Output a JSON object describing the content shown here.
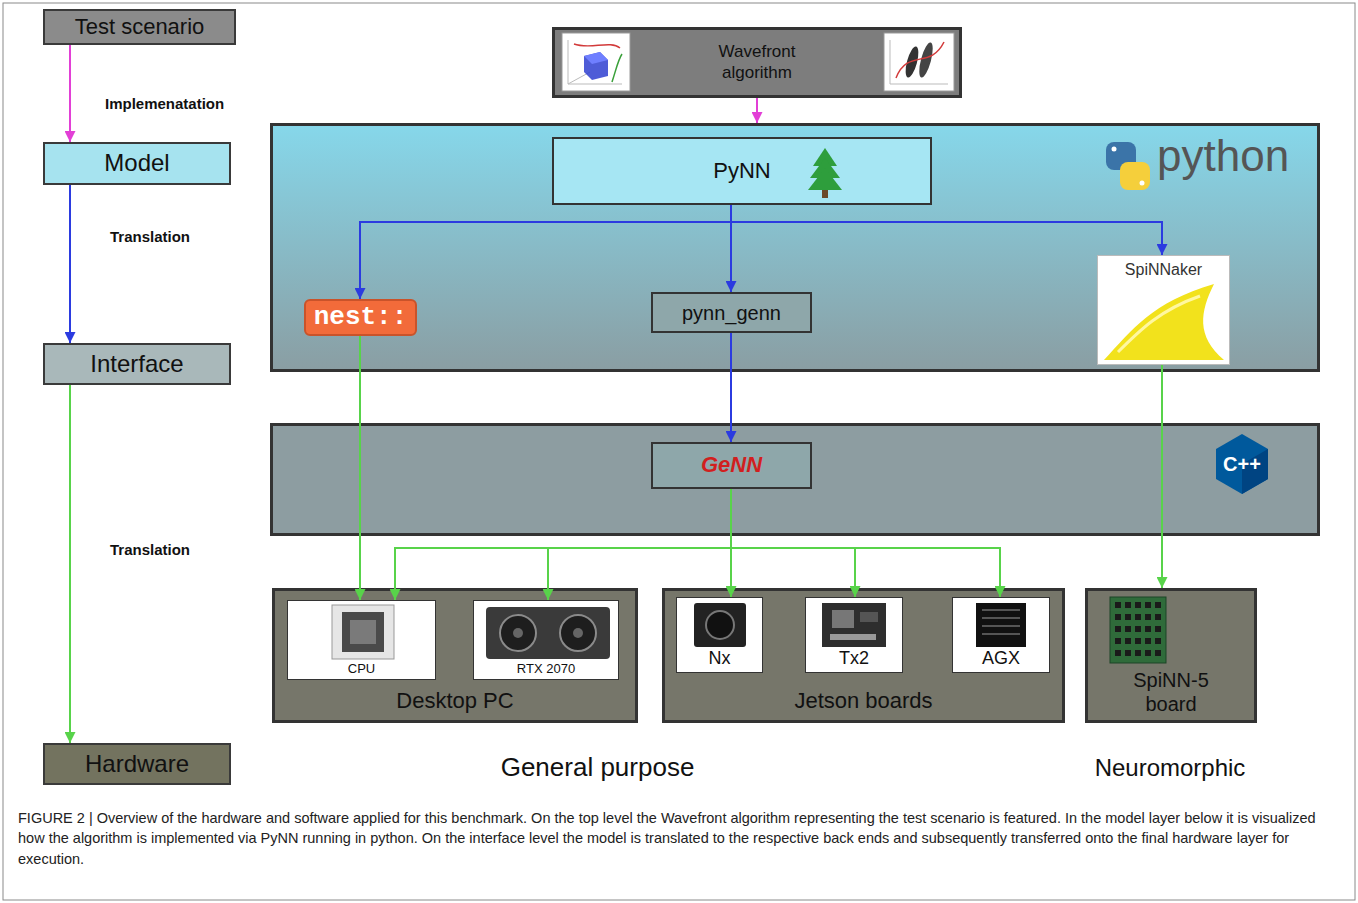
{
  "diagram": {
    "caption": "FIGURE 2 | Overview of the hardware and software applied for this benchmark. On the top level the Wavefront algorithm representing the test scenario is featured. In the model layer below it is visualized how the algorithm is implemented via PyNN running in python. On the interface level the model is translated to the respective back ends and subsequently transferred onto the final hardware layer for execution.",
    "nodes": [
      {
        "text": [
          "Test scenario"
        ]
      },
      {
        "text": [
          "Model"
        ]
      },
      {
        "text": [
          "Interface"
        ]
      },
      {
        "text": [
          "Hardware"
        ]
      },
      {
        "text": [
          "Wavefront algorithm"
        ]
      },
      {
        "text": [
          "python"
        ]
      },
      {
        "text": [
          "PyNN"
        ],
        "in": 5
      },
      {
        "text": [
          "nest::"
        ],
        "in": 5
      },
      {
        "text": [
          "pynn_genn"
        ],
        "in": 5
      },
      {
        "text": [
          "SpiNNaker"
        ],
        "in": 5
      },
      {
        "text": [
          "C++"
        ]
      },
      {
        "text": [
          "GeNN"
        ],
        "in": 10
      },
      {
        "text": [
          "Desktop PC"
        ]
      },
      {
        "text": [
          "CPU"
        ],
        "in": 12
      },
      {
        "text": [
          "RTX 2070"
        ],
        "in": 12
      },
      {
        "text": [
          "Jetson boards"
        ]
      },
      {
        "text": [
          "Nx"
        ],
        "in": 15
      },
      {
        "text": [
          "Tx2"
        ],
        "in": 15
      },
      {
        "text": [
          "AGX"
        ],
        "in": 15
      },
      {
        "text": [
          "SpiNN-5 board"
        ]
      }
    ],
    "edges": [
      {
        "from": 0,
        "to": 1,
        "arrow": "to",
        "label": "Implemenatation"
      },
      {
        "from": 1,
        "to": 2,
        "arrow": "to",
        "label": "Translation"
      },
      {
        "from": 2,
        "to": 3,
        "arrow": "to",
        "label": "Translation"
      },
      {
        "from": 4,
        "to": 5,
        "arrow": "to"
      },
      {
        "from": 6,
        "to": 7,
        "arrow": "to"
      },
      {
        "from": 6,
        "to": 8,
        "arrow": "to"
      },
      {
        "from": 6,
        "to": 9,
        "arrow": "to"
      },
      {
        "from": 8,
        "to": 11,
        "arrow": "to"
      },
      {
        "from": 7,
        "to": 13,
        "arrow": "to"
      },
      {
        "from": 11,
        "to": 13,
        "arrow": "to"
      },
      {
        "from": 11,
        "to": 14,
        "arrow": "to"
      },
      {
        "from": 11,
        "to": 16,
        "arrow": "to"
      },
      {
        "from": 11,
        "to": 17,
        "arrow": "to"
      },
      {
        "from": 11,
        "to": 18,
        "arrow": "to"
      },
      {
        "from": 9,
        "to": 19,
        "arrow": "to"
      }
    ],
    "labels": [
      "General purpose",
      "Neuromorphic"
    ]
  }
}
